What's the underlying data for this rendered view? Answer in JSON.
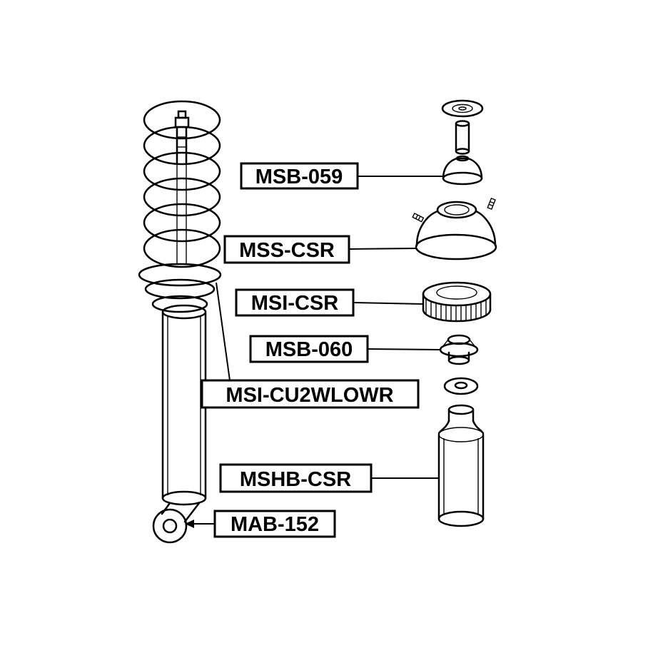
{
  "callouts": [
    {
      "code": "MSB-059"
    },
    {
      "code": "MSS-CSR"
    },
    {
      "code": "MSI-CSR"
    },
    {
      "code": "MSB-060"
    },
    {
      "code": "MSI-CU2WLOWR"
    },
    {
      "code": "MSHB-CSR"
    },
    {
      "code": "MAB-152"
    }
  ],
  "colors": {
    "background": "#ffffff",
    "line": "#000000"
  }
}
